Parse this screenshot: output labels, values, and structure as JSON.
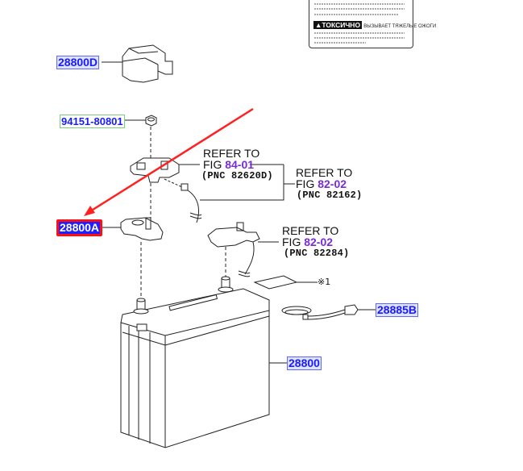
{
  "diagram": {
    "type": "parts-exploded-view",
    "warning_label": {
      "toxic_word": "ТОКСИЧНО",
      "caption": "ВЫЗЫВАЕТ ТЯЖЕЛЫЕ ОЖОГИ",
      "warning_symbol": "warning-triangle-icon"
    },
    "parts": [
      {
        "id": "28800D",
        "label": "28800D",
        "style": "blue",
        "description": "terminal cover"
      },
      {
        "id": "94151-80801",
        "label": "94151-80801",
        "style": "green",
        "description": "nut"
      },
      {
        "id": "28800A",
        "label": "28800A",
        "style": "red-highlight",
        "description": "battery clamp terminal"
      },
      {
        "id": "28885B",
        "label": "28885B",
        "style": "blue",
        "description": "ground cable"
      },
      {
        "id": "28800",
        "label": "28800",
        "style": "blue",
        "description": "battery"
      }
    ],
    "references": [
      {
        "line1": "REFER TO",
        "fig_prefix": "FIG ",
        "fig": "84-01",
        "pnc": "(PNC 82620D)"
      },
      {
        "line1": "REFER TO",
        "fig_prefix": "FIG ",
        "fig": "82-02",
        "pnc": "(PNC 82162)"
      },
      {
        "line1": "REFER TO",
        "fig_prefix": "FIG ",
        "fig": "82-02",
        "pnc": "(PNC 82284)"
      }
    ],
    "note_mark": "※1",
    "annotation": {
      "type": "arrow",
      "color": "#ff2020",
      "points_to": "28800A"
    },
    "colors": {
      "part_label_text": "#1a1aff",
      "fig_link": "#7a2bd6",
      "highlight_border": "#ff1010",
      "line_art": "#222222"
    }
  }
}
